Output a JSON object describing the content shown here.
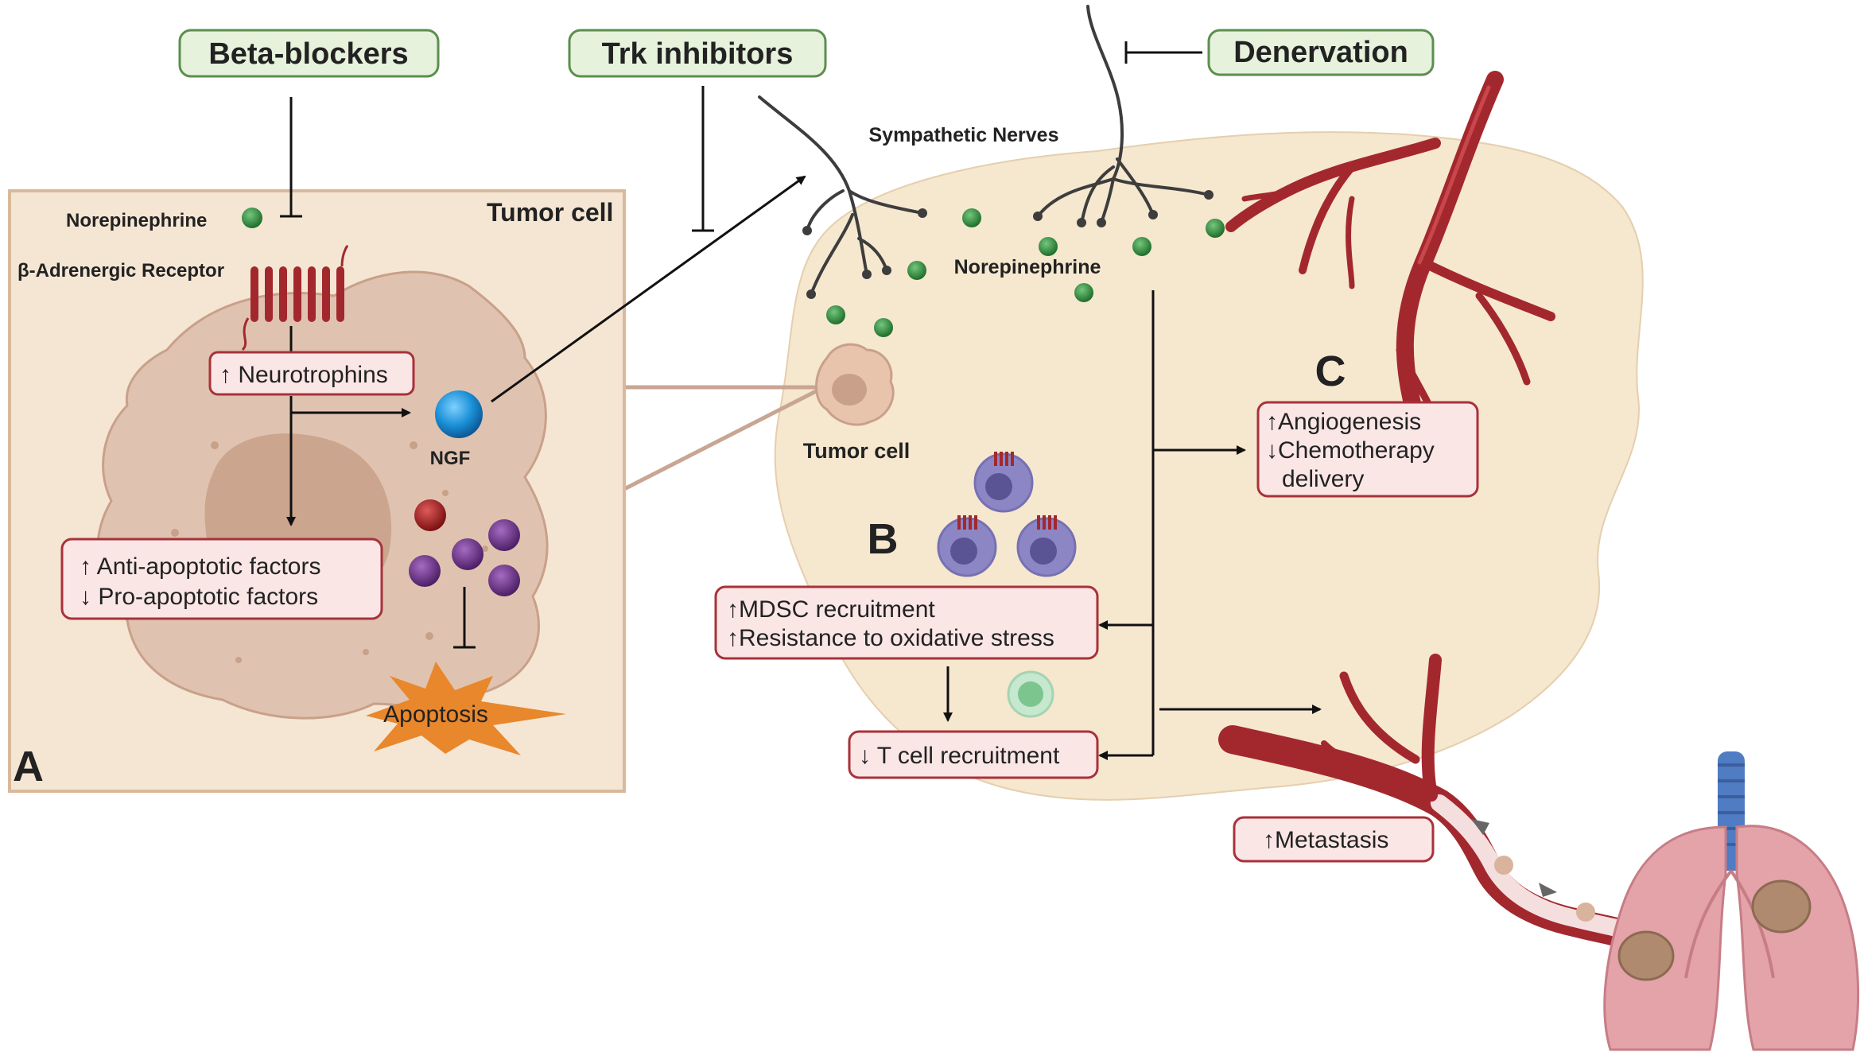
{
  "inhibitors": {
    "beta_blockers": "Beta-blockers",
    "trk_inhibitors": "Trk inhibitors",
    "denervation": "Denervation"
  },
  "panel_a": {
    "letter": "A",
    "title": "Tumor cell",
    "norepinephrine": "Norepinephrine",
    "receptor": "β-Adrenergic Receptor",
    "neurotrophins": "↑ Neurotrophins",
    "ngf": "NGF",
    "anti_apoptotic": "↑ Anti-apoptotic factors",
    "pro_apoptotic": "↓ Pro-apoptotic factors",
    "apoptosis": "Apoptosis"
  },
  "tumor": {
    "sympathetic_nerves": "Sympathetic Nerves",
    "norepinephrine": "Norepinephrine",
    "tumor_cell": "Tumor cell"
  },
  "panel_b": {
    "letter": "B",
    "mdsc": "↑MDSC recruitment",
    "oxidative": "↑Resistance to oxidative stress",
    "t_cell": "↓ T cell recruitment"
  },
  "panel_c": {
    "letter": "C",
    "angiogenesis": "↑Angiogenesis",
    "chemo": "↓Chemotherapy",
    "delivery": "delivery"
  },
  "metastasis": "↑Metastasis",
  "colors": {
    "inhibitor_fill": "#e6f2dc",
    "inhibitor_border": "#5b8f4e",
    "effect_fill": "#fbe6e6",
    "effect_border": "#a8323a",
    "tumor_fill": "#f6e7cf",
    "panel_fill": "#f5e6d3",
    "cell_fill": "#dfc3b0",
    "vessel": "#a3282e",
    "norepinephrine": "#2f8f3c",
    "ngf": "#1a8fd6",
    "apoptosis": "#e8872c",
    "mdsc": "#8c86c4",
    "lung": "#e3a3a9",
    "trachea": "#4f7cc3"
  }
}
